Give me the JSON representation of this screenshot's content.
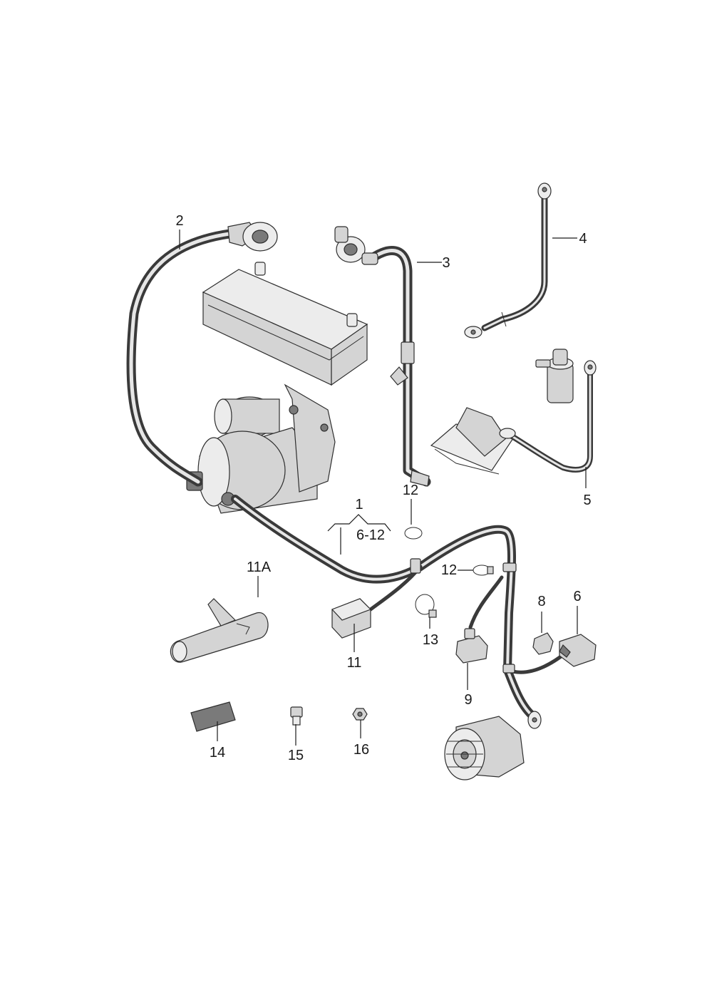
{
  "callouts": {
    "c1": "1",
    "c6_12": "6-12",
    "c2": "2",
    "c3": "3",
    "c4": "4",
    "c5": "5",
    "c6": "6",
    "c8": "8",
    "c9": "9",
    "c11": "11",
    "c11a": "11A",
    "c12a": "12",
    "c12b": "12",
    "c13": "13",
    "c14": "14",
    "c15": "15",
    "c16": "16"
  }
}
